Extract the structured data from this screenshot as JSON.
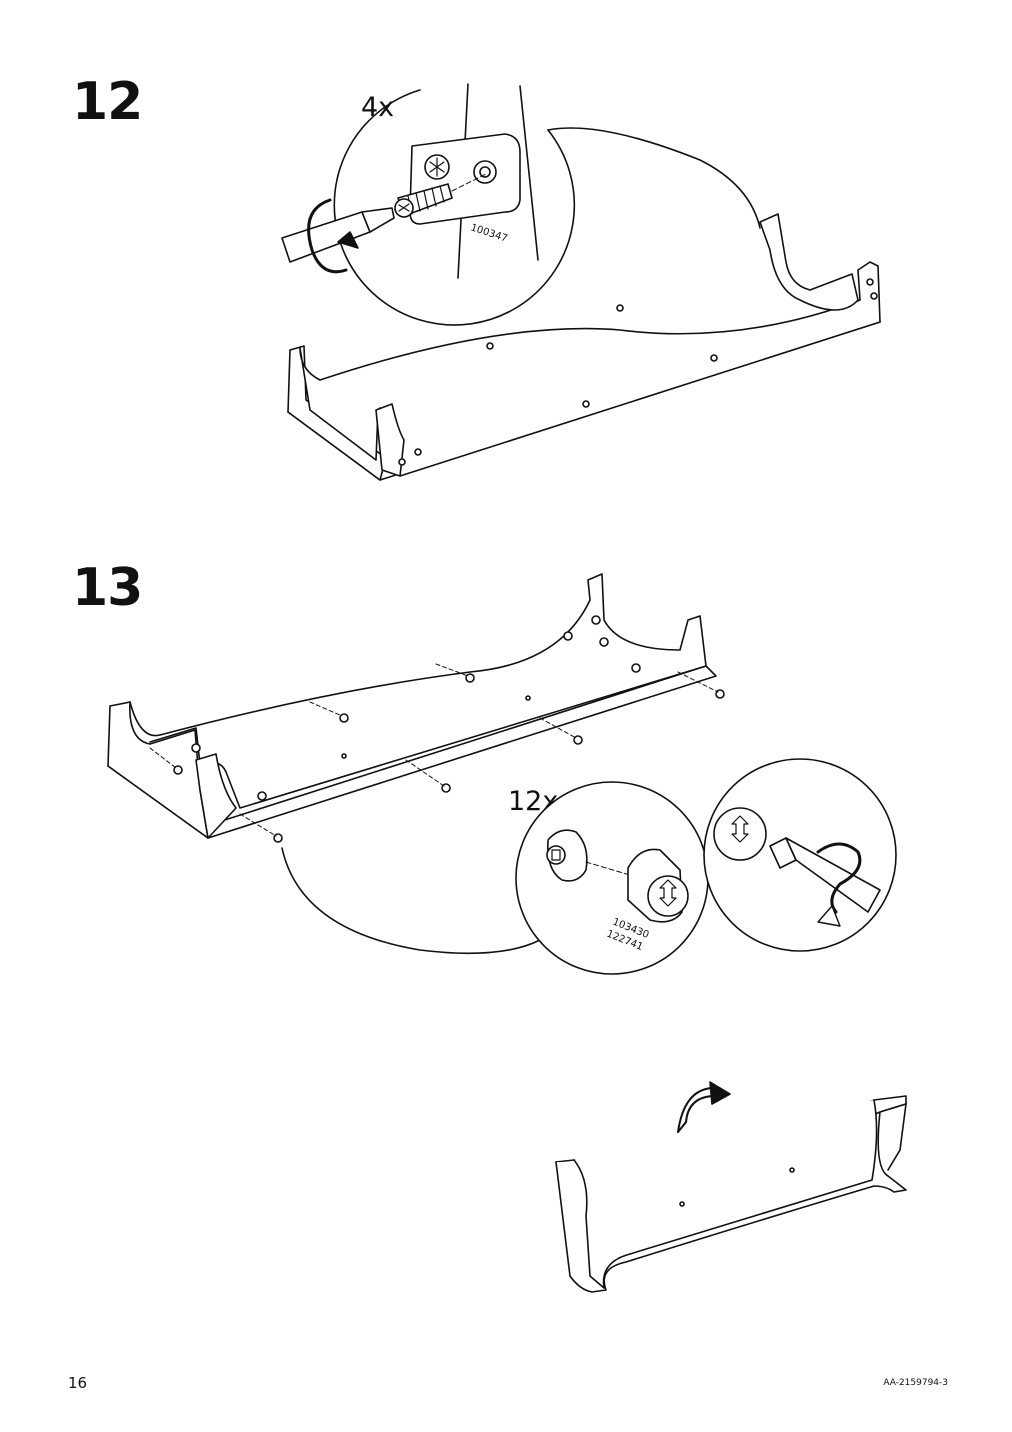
{
  "steps": [
    {
      "number": "12",
      "quantity": "4x",
      "part_numbers": [
        "100347"
      ]
    },
    {
      "number": "13",
      "quantity": "12x",
      "part_numbers": [
        "103430",
        "122741"
      ]
    }
  ],
  "footer": {
    "page_number": "16",
    "document_code": "AA-2159794-3"
  },
  "icons": [
    "screwdriver-icon",
    "rotate-arrow-icon",
    "screw-icon",
    "cam-lock-icon",
    "flip-arrow-icon"
  ]
}
